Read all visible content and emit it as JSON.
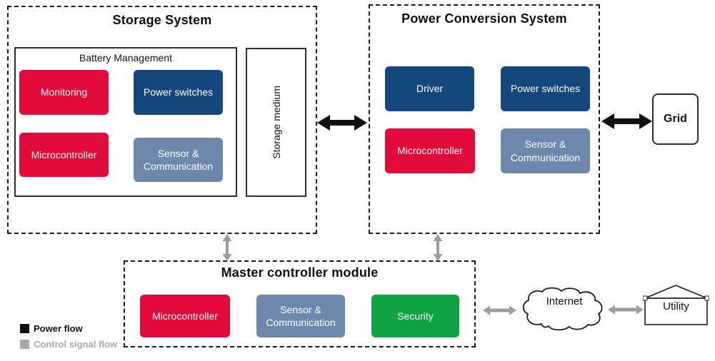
{
  "colors": {
    "red": "#e20a3a",
    "dark_blue": "#14477c",
    "steel_blue": "#6e88ad",
    "green": "#0fa342",
    "power_flow": "#111111",
    "control_signal_flow": "#9d9d9d"
  },
  "storage_system": {
    "title": "Storage System",
    "battery_management": {
      "title": "Battery Management",
      "modules": [
        {
          "label": "Monitoring",
          "color": "#e20a3a"
        },
        {
          "label": "Power switches",
          "color": "#14477c"
        },
        {
          "label": "Microcontroller",
          "color": "#e20a3a"
        },
        {
          "label": "Sensor & Communication",
          "color": "#6e88ad"
        }
      ]
    },
    "storage_medium_label": "Storage medium"
  },
  "power_conversion_system": {
    "title": "Power Conversion System",
    "modules": [
      {
        "label": "Driver",
        "color": "#14477c"
      },
      {
        "label": "Power switches",
        "color": "#14477c"
      },
      {
        "label": "Microcontroller",
        "color": "#e20a3a"
      },
      {
        "label": "Sensor & Communication",
        "color": "#6e88ad"
      }
    ]
  },
  "master_controller_module": {
    "title": "Master controller module",
    "modules": [
      {
        "label": "Microcontroller",
        "color": "#e20a3a"
      },
      {
        "label": "Sensor & Communication",
        "color": "#6e88ad"
      },
      {
        "label": "Security",
        "color": "#0fa342"
      }
    ]
  },
  "grid": {
    "label": "Grid"
  },
  "internet": {
    "label": "Internet"
  },
  "utility": {
    "label": "Utility"
  },
  "legend": [
    {
      "label": "Power flow",
      "color": "#111111"
    },
    {
      "label": "Control signal flow",
      "color": "#a8a8a8"
    }
  ]
}
